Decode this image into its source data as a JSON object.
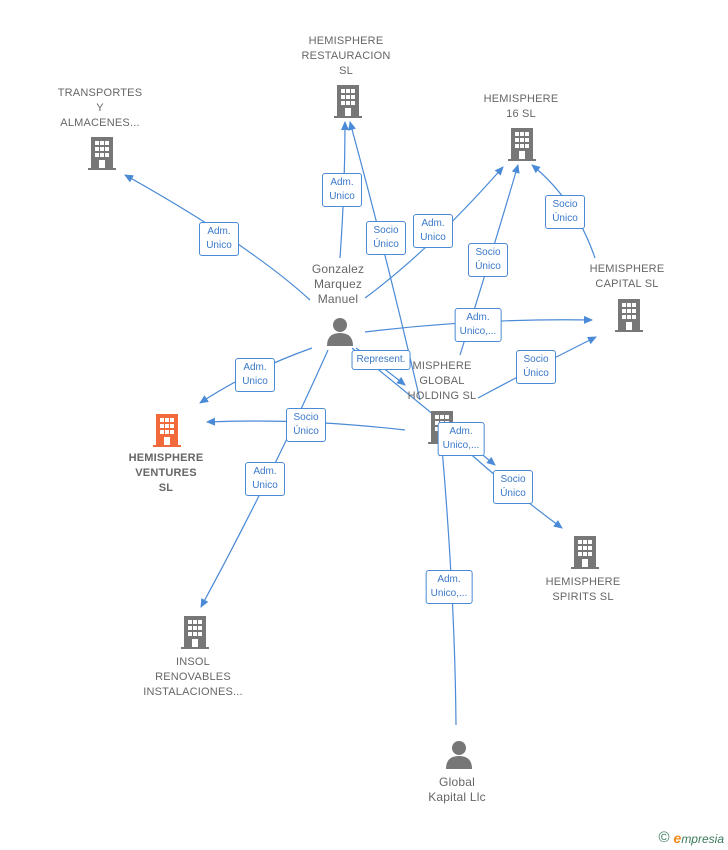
{
  "colors": {
    "edge": "#4a8ad6",
    "building": "#777777",
    "highlight": "#f26a3c",
    "person": "#777777"
  },
  "nodes": {
    "restauracion": {
      "label": "HEMISPHERE\nRESTAURACION\nSL",
      "kind": "company"
    },
    "transportes": {
      "label": "TRANSPORTES\nY\nALMACENES...",
      "kind": "company"
    },
    "h16": {
      "label": "HEMISPHERE\n16  SL",
      "kind": "company"
    },
    "capital": {
      "label": "HEMISPHERE\nCAPITAL  SL",
      "kind": "company"
    },
    "gonzalez": {
      "label": "Gonzalez\nMarquez\nManuel",
      "kind": "person"
    },
    "global_holding": {
      "label": "MISPHERE\nGLOBAL\nHOLDING  SL",
      "kind": "company"
    },
    "ventures": {
      "label": "HEMISPHERE\nVENTURES\nSL",
      "kind": "company-highlight"
    },
    "spirits": {
      "label": "HEMISPHERE\nSPIRITS  SL",
      "kind": "company"
    },
    "insol": {
      "label": "INSOL\nRENOVABLES\nINSTALACIONES...",
      "kind": "company"
    },
    "global_kapital": {
      "label": "Global\nKapital Llc",
      "kind": "person"
    }
  },
  "edge_labels": {
    "e1": "Adm.\nUnico",
    "e2": "Adm.\nUnico",
    "e3": "Socio\nÚnico",
    "e4": "Adm.\nUnico",
    "e5": "Socio\nÚnico",
    "e6": "Socio\nÚnico",
    "e7": "Adm.\nUnico,...",
    "e8": "Represent.",
    "e9": "Socio\nÚnico",
    "e10": "Adm.\nUnico",
    "e11": "Socio\nÚnico",
    "e12": "Adm.\nUnico,...",
    "e13": "Adm.\nUnico",
    "e14": "Socio\nÚnico",
    "e15": "Adm.\nUnico,..."
  },
  "footer": {
    "copyright": "©",
    "brand_e": "e",
    "brand_rest": "mpresia"
  }
}
